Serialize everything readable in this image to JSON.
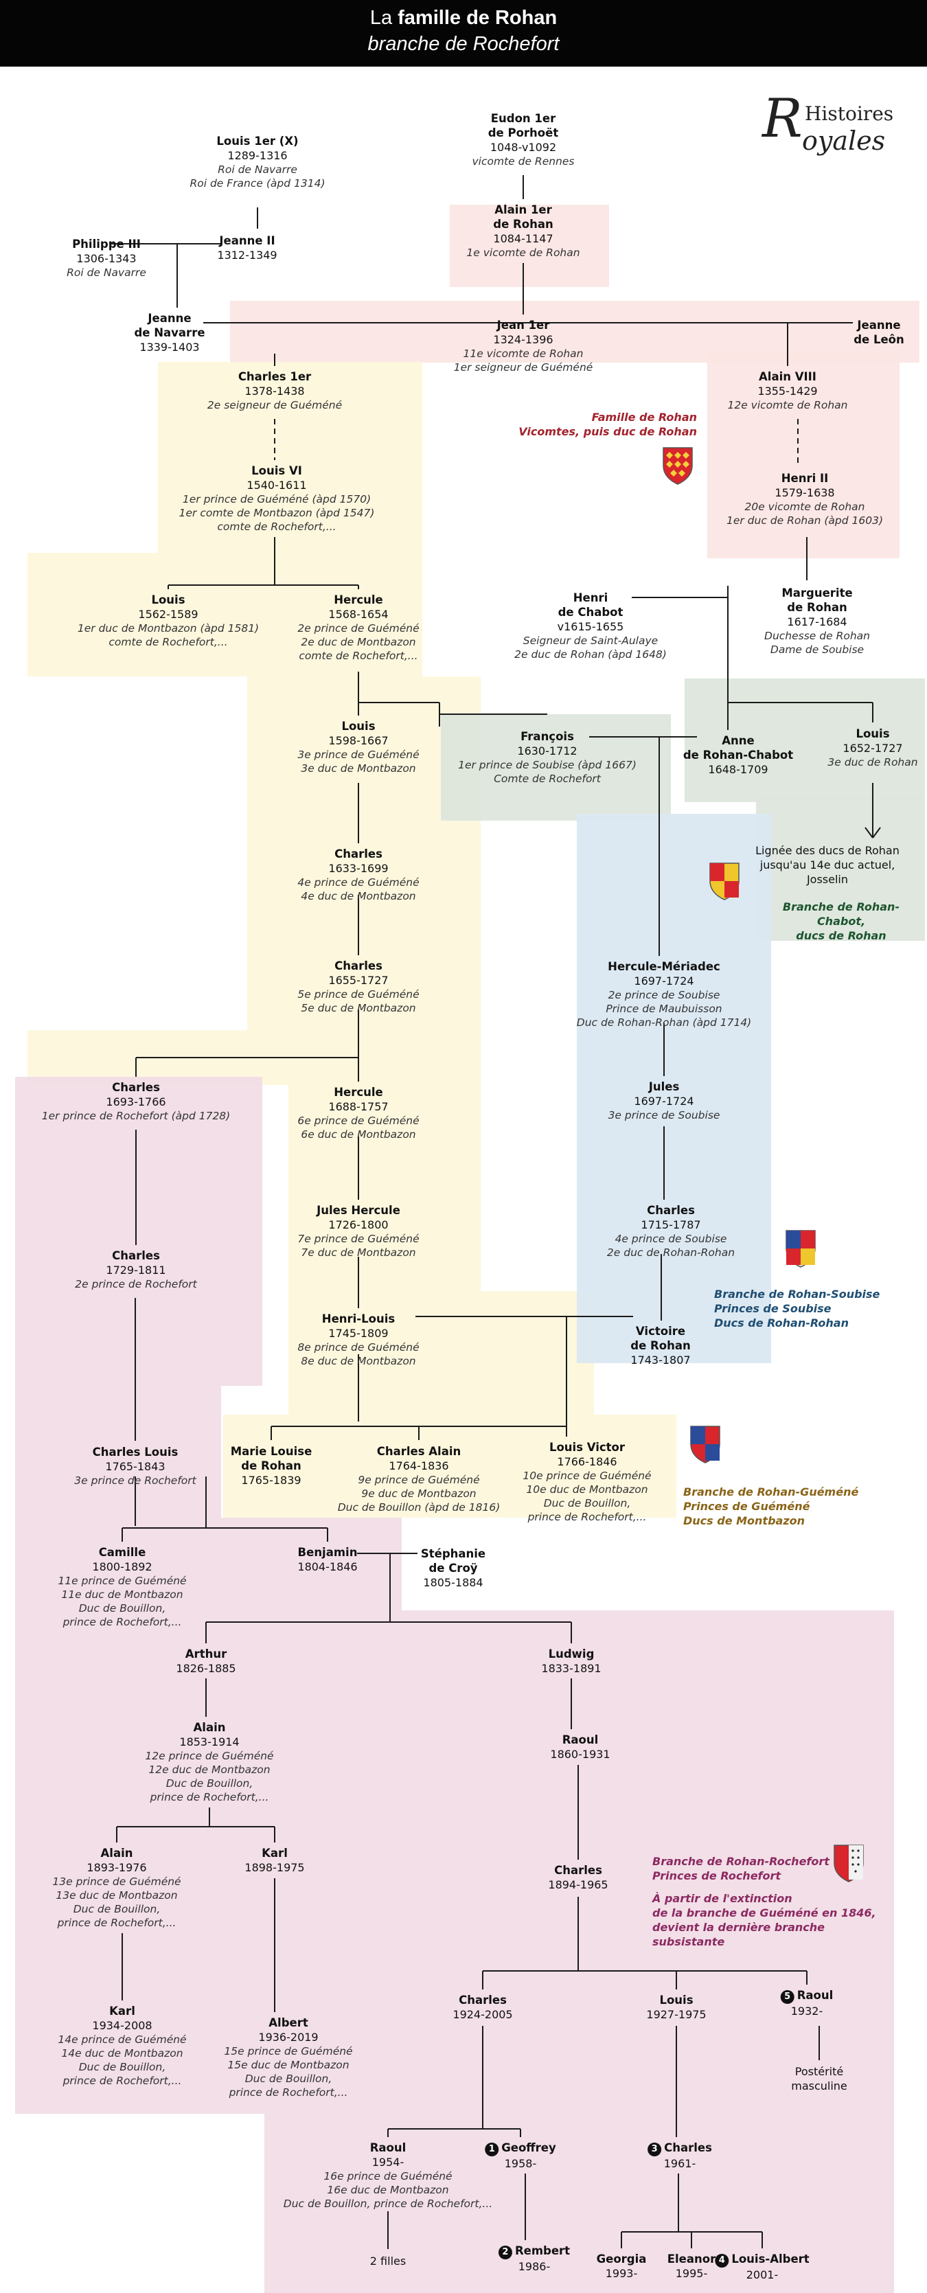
{
  "header": {
    "title_prefix": "La ",
    "title_bold": "famille de Rohan",
    "subtitle": "branche de Rochefort"
  },
  "logo": {
    "initial": "R",
    "line1": "Histoires",
    "line2": "oyales"
  },
  "colors": {
    "rohan_pink": "#fbe6e4",
    "guemene_yellow": "#fdf7dc",
    "chabot_green": "#dde6dc",
    "soubise_blue": "#dbe8f1",
    "rochefort_purple": "#f1dde6",
    "label_red": "#a3232e",
    "label_green": "#1e5530",
    "label_blue": "#1f4e73",
    "label_gold": "#8a6418",
    "label_purple": "#8c2a62"
  },
  "people": {
    "eudon": {
      "name": "Eudon 1er\nde Porhoët",
      "dates": "1048-v1092",
      "titles": [
        "vicomte de Rennes"
      ]
    },
    "alain1": {
      "name": "Alain 1er\nde Rohan",
      "dates": "1084-1147",
      "titles": [
        "1e vicomte de Rohan"
      ]
    },
    "louis1x": {
      "name": "Louis 1er (X)",
      "dates": "1289-1316",
      "titles": [
        "Roi de Navarre",
        "Roi de France (àpd 1314)"
      ]
    },
    "philippe3": {
      "name": "Philippe III",
      "dates": "1306-1343",
      "titles": [
        "Roi de Navarre"
      ]
    },
    "jeanne2": {
      "name": "Jeanne II",
      "dates": "1312-1349",
      "titles": []
    },
    "jeanne_nav": {
      "name": "Jeanne\nde Navarre",
      "dates": "1339-1403",
      "titles": []
    },
    "jean1": {
      "name": "Jean 1er",
      "dates": "1324-1396",
      "titles": [
        "11e vicomte de Rohan",
        "1er seigneur de Guéméné"
      ]
    },
    "jeanne_leon": {
      "name": "Jeanne\nde Leôn",
      "dates": "",
      "titles": []
    },
    "charles1": {
      "name": "Charles 1er",
      "dates": "1378-1438",
      "titles": [
        "2e seigneur de Guéméné"
      ]
    },
    "alain8": {
      "name": "Alain VIII",
      "dates": "1355-1429",
      "titles": [
        "12e vicomte de Rohan"
      ]
    },
    "louis6": {
      "name": "Louis VI",
      "dates": "1540-1611",
      "titles": [
        "1er prince de Guéméné (àpd 1570)",
        "1er comte de Montbazon (àpd 1547)",
        "comte de Rochefort,..."
      ]
    },
    "henri2": {
      "name": "Henri II",
      "dates": "1579-1638",
      "titles": [
        "20e vicomte de Rohan",
        "1er duc de Rohan (àpd 1603)"
      ]
    },
    "louis1562": {
      "name": "Louis",
      "dates": "1562-1589",
      "titles": [
        "1er duc de Montbazon (àpd 1581)",
        "comte de Rochefort,..."
      ]
    },
    "hercule1568": {
      "name": "Hercule",
      "dates": "1568-1654",
      "titles": [
        "2e prince de Guéméné",
        "2e duc de Montbazon",
        "comte de Rochefort,..."
      ]
    },
    "henri_chabot": {
      "name": "Henri\nde Chabot",
      "dates": "v1615-1655",
      "titles": [
        "Seigneur de Saint-Aulaye",
        "2e duc de Rohan (àpd 1648)"
      ]
    },
    "marguerite": {
      "name": "Marguerite\nde Rohan",
      "dates": "1617-1684",
      "titles": [
        "Duchesse de Rohan",
        "Dame de Soubise"
      ]
    },
    "louis1598": {
      "name": "Louis",
      "dates": "1598-1667",
      "titles": [
        "3e prince de Guéméné",
        "3e duc de Montbazon"
      ]
    },
    "francois": {
      "name": "François",
      "dates": "1630-1712",
      "titles": [
        "1er prince de Soubise (àpd 1667)",
        "Comte de Rochefort"
      ]
    },
    "anne": {
      "name": "Anne\nde Rohan-Chabot",
      "dates": "1648-1709",
      "titles": []
    },
    "louis1652": {
      "name": "Louis",
      "dates": "1652-1727",
      "titles": [
        "3e duc de Rohan"
      ]
    },
    "charles1633": {
      "name": "Charles",
      "dates": "1633-1699",
      "titles": [
        "4e prince de Guéméné",
        "4e duc de Montbazon"
      ]
    },
    "charles1655": {
      "name": "Charles",
      "dates": "1655-1727",
      "titles": [
        "5e prince de Guéméné",
        "5e duc de Montbazon"
      ]
    },
    "hercule_meriadec": {
      "name": "Hercule-Mériadec",
      "dates": "1697-1724",
      "titles": [
        "2e prince de Soubise",
        "Prince de Maubuisson",
        "Duc de Rohan-Rohan (àpd 1714)"
      ]
    },
    "charles1693": {
      "name": "Charles",
      "dates": "1693-1766",
      "titles": [
        "1er prince de Rochefort (àpd 1728)"
      ]
    },
    "hercule1688": {
      "name": "Hercule",
      "dates": "1688-1757",
      "titles": [
        "6e prince de Guéméné",
        "6e duc de Montbazon"
      ]
    },
    "jules1697": {
      "name": "Jules",
      "dates": "1697-1724",
      "titles": [
        "3e prince de Soubise"
      ]
    },
    "charles1729": {
      "name": "Charles",
      "dates": "1729-1811",
      "titles": [
        "2e prince de Rochefort"
      ]
    },
    "jules_hercule": {
      "name": "Jules Hercule",
      "dates": "1726-1800",
      "titles": [
        "7e prince de Guéméné",
        "7e duc de Montbazon"
      ]
    },
    "charles1715": {
      "name": "Charles",
      "dates": "1715-1787",
      "titles": [
        "4e prince de Soubise",
        "2e duc de Rohan-Rohan"
      ]
    },
    "henri_louis": {
      "name": "Henri-Louis",
      "dates": "1745-1809",
      "titles": [
        "8e prince de Guéméné",
        "8e duc de Montbazon"
      ]
    },
    "victoire": {
      "name": "Victoire\nde Rohan",
      "dates": "1743-1807",
      "titles": []
    },
    "charles_louis": {
      "name": "Charles Louis",
      "dates": "1765-1843",
      "titles": [
        "3e prince de Rochefort"
      ]
    },
    "marie_louise": {
      "name": "Marie Louise\nde Rohan",
      "dates": "1765-1839",
      "titles": []
    },
    "charles_alain": {
      "name": "Charles Alain",
      "dates": "1764-1836",
      "titles": [
        "9e prince de Guéméné",
        "9e duc de Montbazon",
        "Duc de Bouillon (àpd de 1816)"
      ]
    },
    "louis_victor": {
      "name": "Louis Victor",
      "dates": "1766-1846",
      "titles": [
        "10e prince de Guéméné",
        "10e duc de Montbazon",
        "Duc de Bouillon,",
        "prince de Rochefort,..."
      ]
    },
    "camille": {
      "name": "Camille",
      "dates": "1800-1892",
      "titles": [
        "11e prince de Guéméné",
        "11e duc de Montbazon",
        "Duc de Bouillon,",
        "prince de Rochefort,..."
      ]
    },
    "benjamin": {
      "name": "Benjamin",
      "dates": "1804-1846",
      "titles": []
    },
    "stephanie": {
      "name": "Stéphanie\nde Croÿ",
      "dates": "1805-1884",
      "titles": []
    },
    "arthur": {
      "name": "Arthur",
      "dates": "1826-1885",
      "titles": []
    },
    "ludwig": {
      "name": "Ludwig",
      "dates": "1833-1891",
      "titles": []
    },
    "alain1853": {
      "name": "Alain",
      "dates": "1853-1914",
      "titles": [
        "12e prince de Guéméné",
        "12e duc de Montbazon",
        "Duc de Bouillon,",
        "prince de Rochefort,..."
      ]
    },
    "raoul1860": {
      "name": "Raoul",
      "dates": "1860-1931",
      "titles": []
    },
    "alain1893": {
      "name": "Alain",
      "dates": "1893-1976",
      "titles": [
        "13e prince de Guéméné",
        "13e duc de Montbazon",
        "Duc de Bouillon,",
        "prince de Rochefort,..."
      ]
    },
    "karl1898": {
      "name": "Karl",
      "dates": "1898-1975",
      "titles": []
    },
    "charles1894": {
      "name": "Charles",
      "dates": "1894-1965",
      "titles": []
    },
    "karl1934": {
      "name": "Karl",
      "dates": "1934-2008",
      "titles": [
        "14e prince de Guéméné",
        "14e duc de Montbazon",
        "Duc de Bouillon,",
        "prince de Rochefort,..."
      ]
    },
    "albert": {
      "name": "Albert",
      "dates": "1936-2019",
      "titles": [
        "15e prince de Guéméné",
        "15e duc de Montbazon",
        "Duc de Bouillon,",
        "prince de Rochefort,..."
      ]
    },
    "charles1924": {
      "name": "Charles",
      "dates": "1924-2005",
      "titles": []
    },
    "louis1927": {
      "name": "Louis",
      "dates": "1927-1975",
      "titles": []
    },
    "raoul1932": {
      "name": "Raoul",
      "dates": "1932-",
      "titles": [],
      "badge": "5"
    },
    "raoul1954": {
      "name": "Raoul",
      "dates": "1954-",
      "titles": [
        "16e prince de Guéméné",
        "16e duc de Montbazon",
        "Duc de Bouillon, prince de Rochefort,..."
      ]
    },
    "geoffrey": {
      "name": "Geoffrey",
      "dates": "1958-",
      "titles": [],
      "badge": "1"
    },
    "charles1961": {
      "name": "Charles",
      "dates": "1961-",
      "titles": [],
      "badge": "3"
    },
    "rembert": {
      "name": "Rembert",
      "dates": "1986-",
      "titles": [],
      "badge": "2"
    },
    "georgia": {
      "name": "Georgia",
      "dates": "1993-",
      "titles": []
    },
    "eleanor": {
      "name": "Eleanor",
      "dates": "1995-",
      "titles": []
    },
    "louis_albert": {
      "name": "Louis-Albert",
      "dates": "2001-",
      "titles": [],
      "badge": "4"
    }
  },
  "notes": {
    "chabot_lineage": [
      "Lignée des ducs de Rohan",
      "jusqu'au 14e duc actuel,",
      "Josselin"
    ],
    "filles": "2 filles",
    "posterite": [
      "Postérité",
      "masculine"
    ]
  },
  "branch_labels": {
    "rohan": [
      "Famille de Rohan",
      "Vicomtes, puis duc de Rohan"
    ],
    "chabot": [
      "Branche de Rohan-Chabot,",
      "ducs de Rohan"
    ],
    "soubise": [
      "Branche de Rohan-Soubise",
      "Princes de Soubise",
      "Ducs de Rohan-Rohan"
    ],
    "guemene": [
      "Branche de Rohan-Guéméné",
      "Princes de Guéméné",
      "Ducs de Montbazon"
    ],
    "rochefort": [
      "Branche de Rohan-Rochefort",
      "Princes de Rochefort"
    ],
    "rochefort_note": [
      "À partir de l'extinction",
      "de la branche de Guéméné en 1846,",
      "devient la dernière branche subsistante"
    ]
  }
}
